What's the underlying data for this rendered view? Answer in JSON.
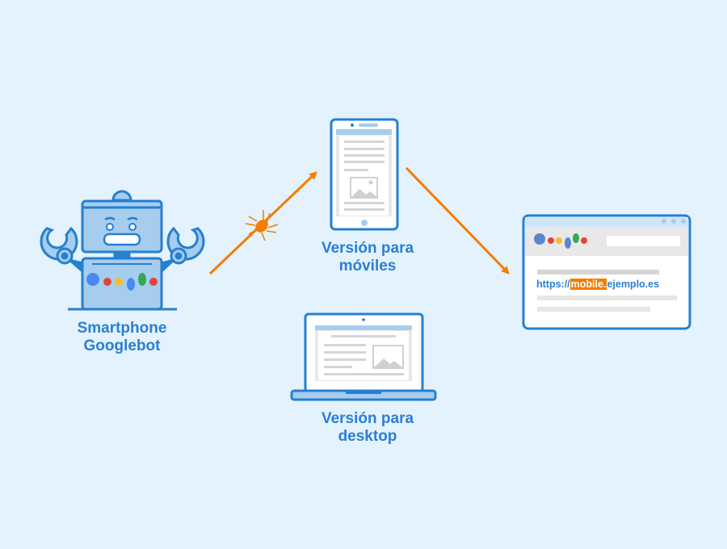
{
  "labels": {
    "robot": [
      "Smartphone",
      "Googlebot"
    ],
    "mobile": [
      "Versión para",
      "móviles"
    ],
    "desktop": [
      "Versión para",
      "desktop"
    ]
  },
  "url": {
    "prefix": "https://",
    "highlight": "mobile.",
    "suffix": "ejemplo.es"
  },
  "colors": {
    "background": "#e4f2fd",
    "accent": "#2a7fd3",
    "arrow": "#f57c00",
    "highlight": "#f57c00"
  }
}
